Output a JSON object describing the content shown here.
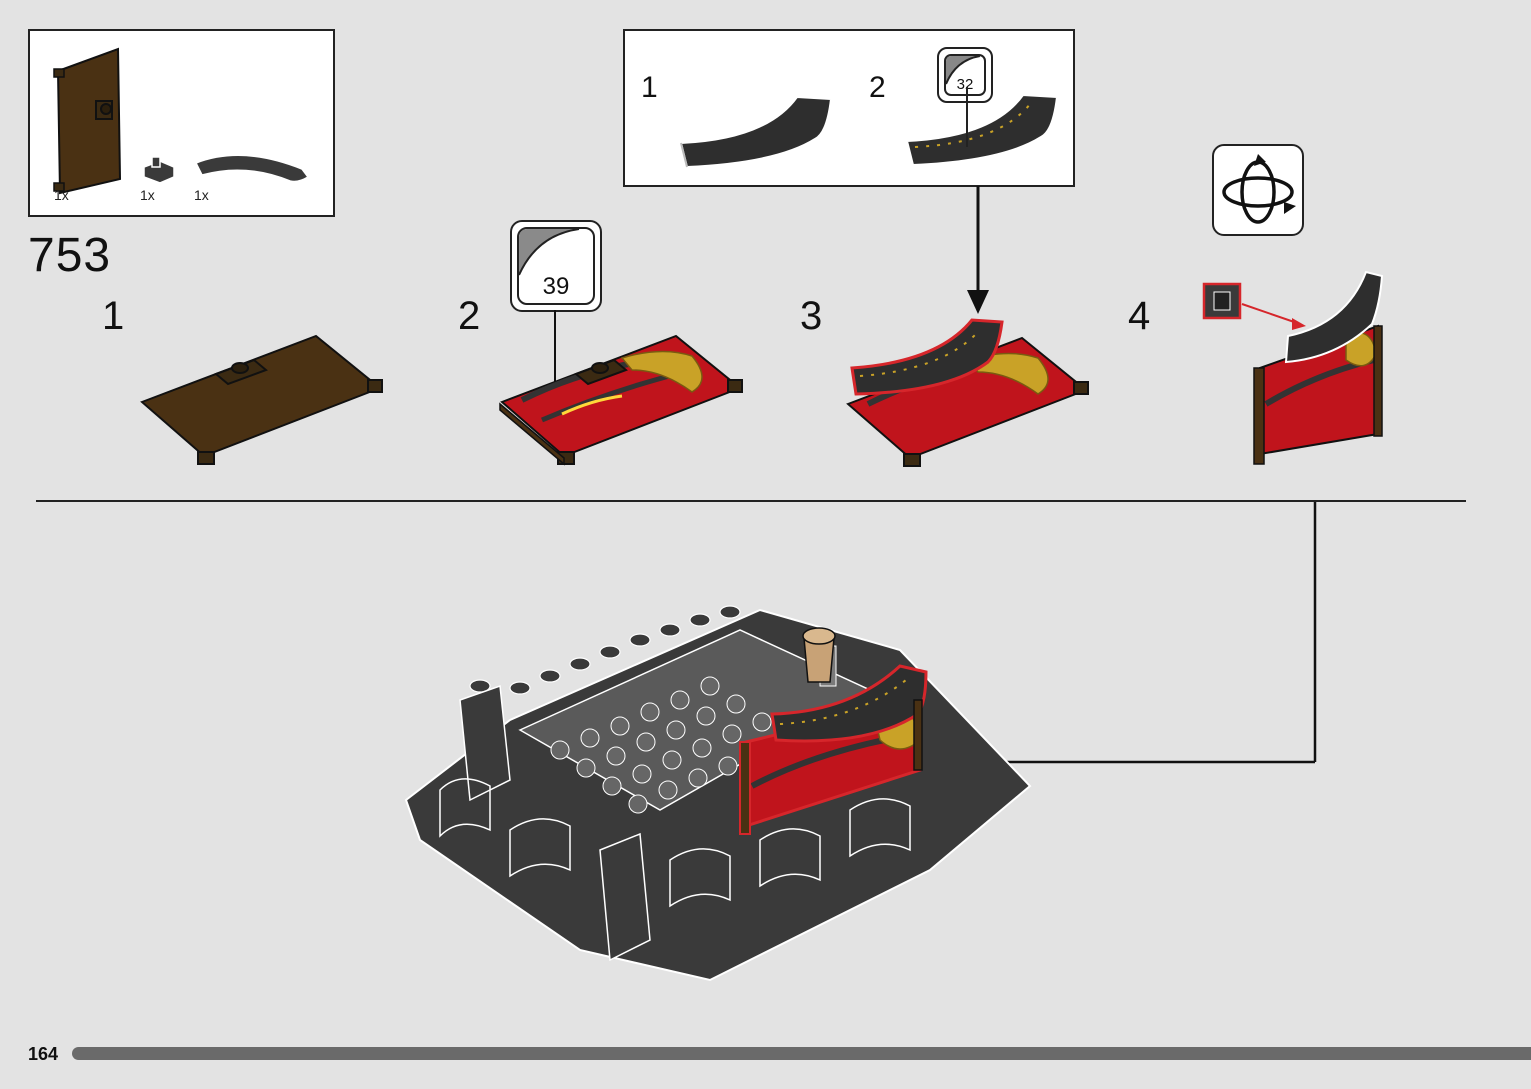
{
  "page": {
    "number": "164",
    "progress": 1.0
  },
  "parts_list": {
    "items": [
      {
        "name": "brown-door-panel",
        "qty": "1x"
      },
      {
        "name": "clip-plate",
        "qty": "1x"
      },
      {
        "name": "curved-arch-tile",
        "qty": "1x"
      }
    ]
  },
  "step": {
    "number": "753"
  },
  "substeps": [
    {
      "label": "1"
    },
    {
      "label": "2",
      "sticker": "39"
    },
    {
      "label": "3"
    },
    {
      "label": "4"
    }
  ],
  "callout": {
    "steps": [
      {
        "label": "1"
      },
      {
        "label": "2",
        "sticker": "32"
      }
    ]
  },
  "icons": {
    "rotate": "rotate-model-icon"
  },
  "colors": {
    "brown": "#4a3113",
    "red": "#c0141c",
    "dark_gray": "#3a3a3a",
    "gold": "#c9a227",
    "highlight": "#d6262b"
  }
}
